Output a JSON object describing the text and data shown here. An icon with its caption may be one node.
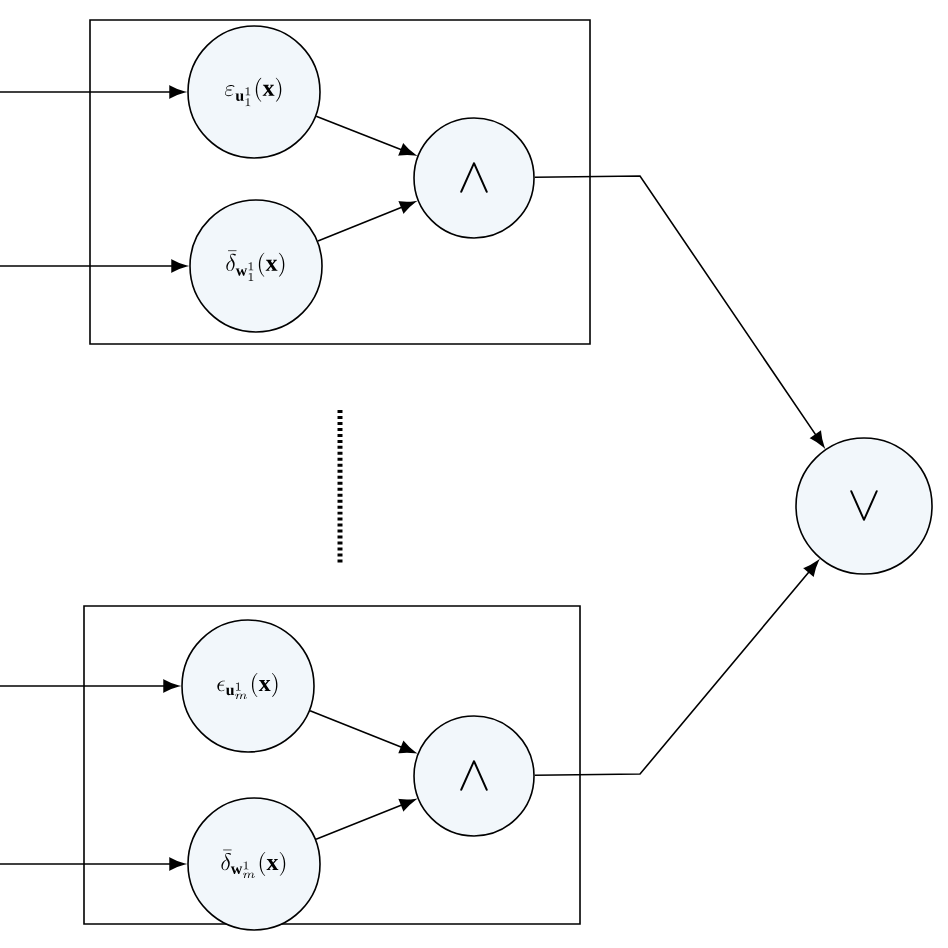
{
  "diagram": {
    "nodes": [
      {
        "text": [],
        "shape": "box"
      },
      {
        "text": [
          "\\varepsilon_{\\mathbf{u}_{1}^{1}}(\\mathbf{x})"
        ],
        "in": 0
      },
      {
        "text": [
          "\\bar{\\delta}_{\\mathbf{w}_{1}^{1}}(\\mathbf{x})"
        ],
        "in": 0
      },
      {
        "text": [
          "\\wedge"
        ],
        "in": 0
      },
      {
        "text": [],
        "shape": "box"
      },
      {
        "text": [
          "\\epsilon_{\\mathbf{u}_{m}^{1}}(\\mathbf{x})"
        ],
        "in": 4
      },
      {
        "text": [
          "\\bar{\\delta}_{\\mathbf{w}_{m}^{1}}(\\mathbf{x})"
        ],
        "in": 4
      },
      {
        "text": [
          "\\wedge"
        ],
        "in": 4
      },
      {
        "text": [
          "\\vee"
        ]
      }
    ],
    "edges": [
      {
        "from": null,
        "to": 1,
        "arrow": "to"
      },
      {
        "from": null,
        "to": 2,
        "arrow": "to"
      },
      {
        "from": 1,
        "to": 3,
        "arrow": "to"
      },
      {
        "from": 2,
        "to": 3,
        "arrow": "to"
      },
      {
        "from": 3,
        "to": 8,
        "arrow": "to"
      },
      {
        "from": null,
        "to": 5,
        "arrow": "to"
      },
      {
        "from": null,
        "to": 6,
        "arrow": "to"
      },
      {
        "from": 5,
        "to": 7,
        "arrow": "to"
      },
      {
        "from": 6,
        "to": 7,
        "arrow": "to"
      },
      {
        "from": 7,
        "to": 8,
        "arrow": "to"
      }
    ]
  }
}
